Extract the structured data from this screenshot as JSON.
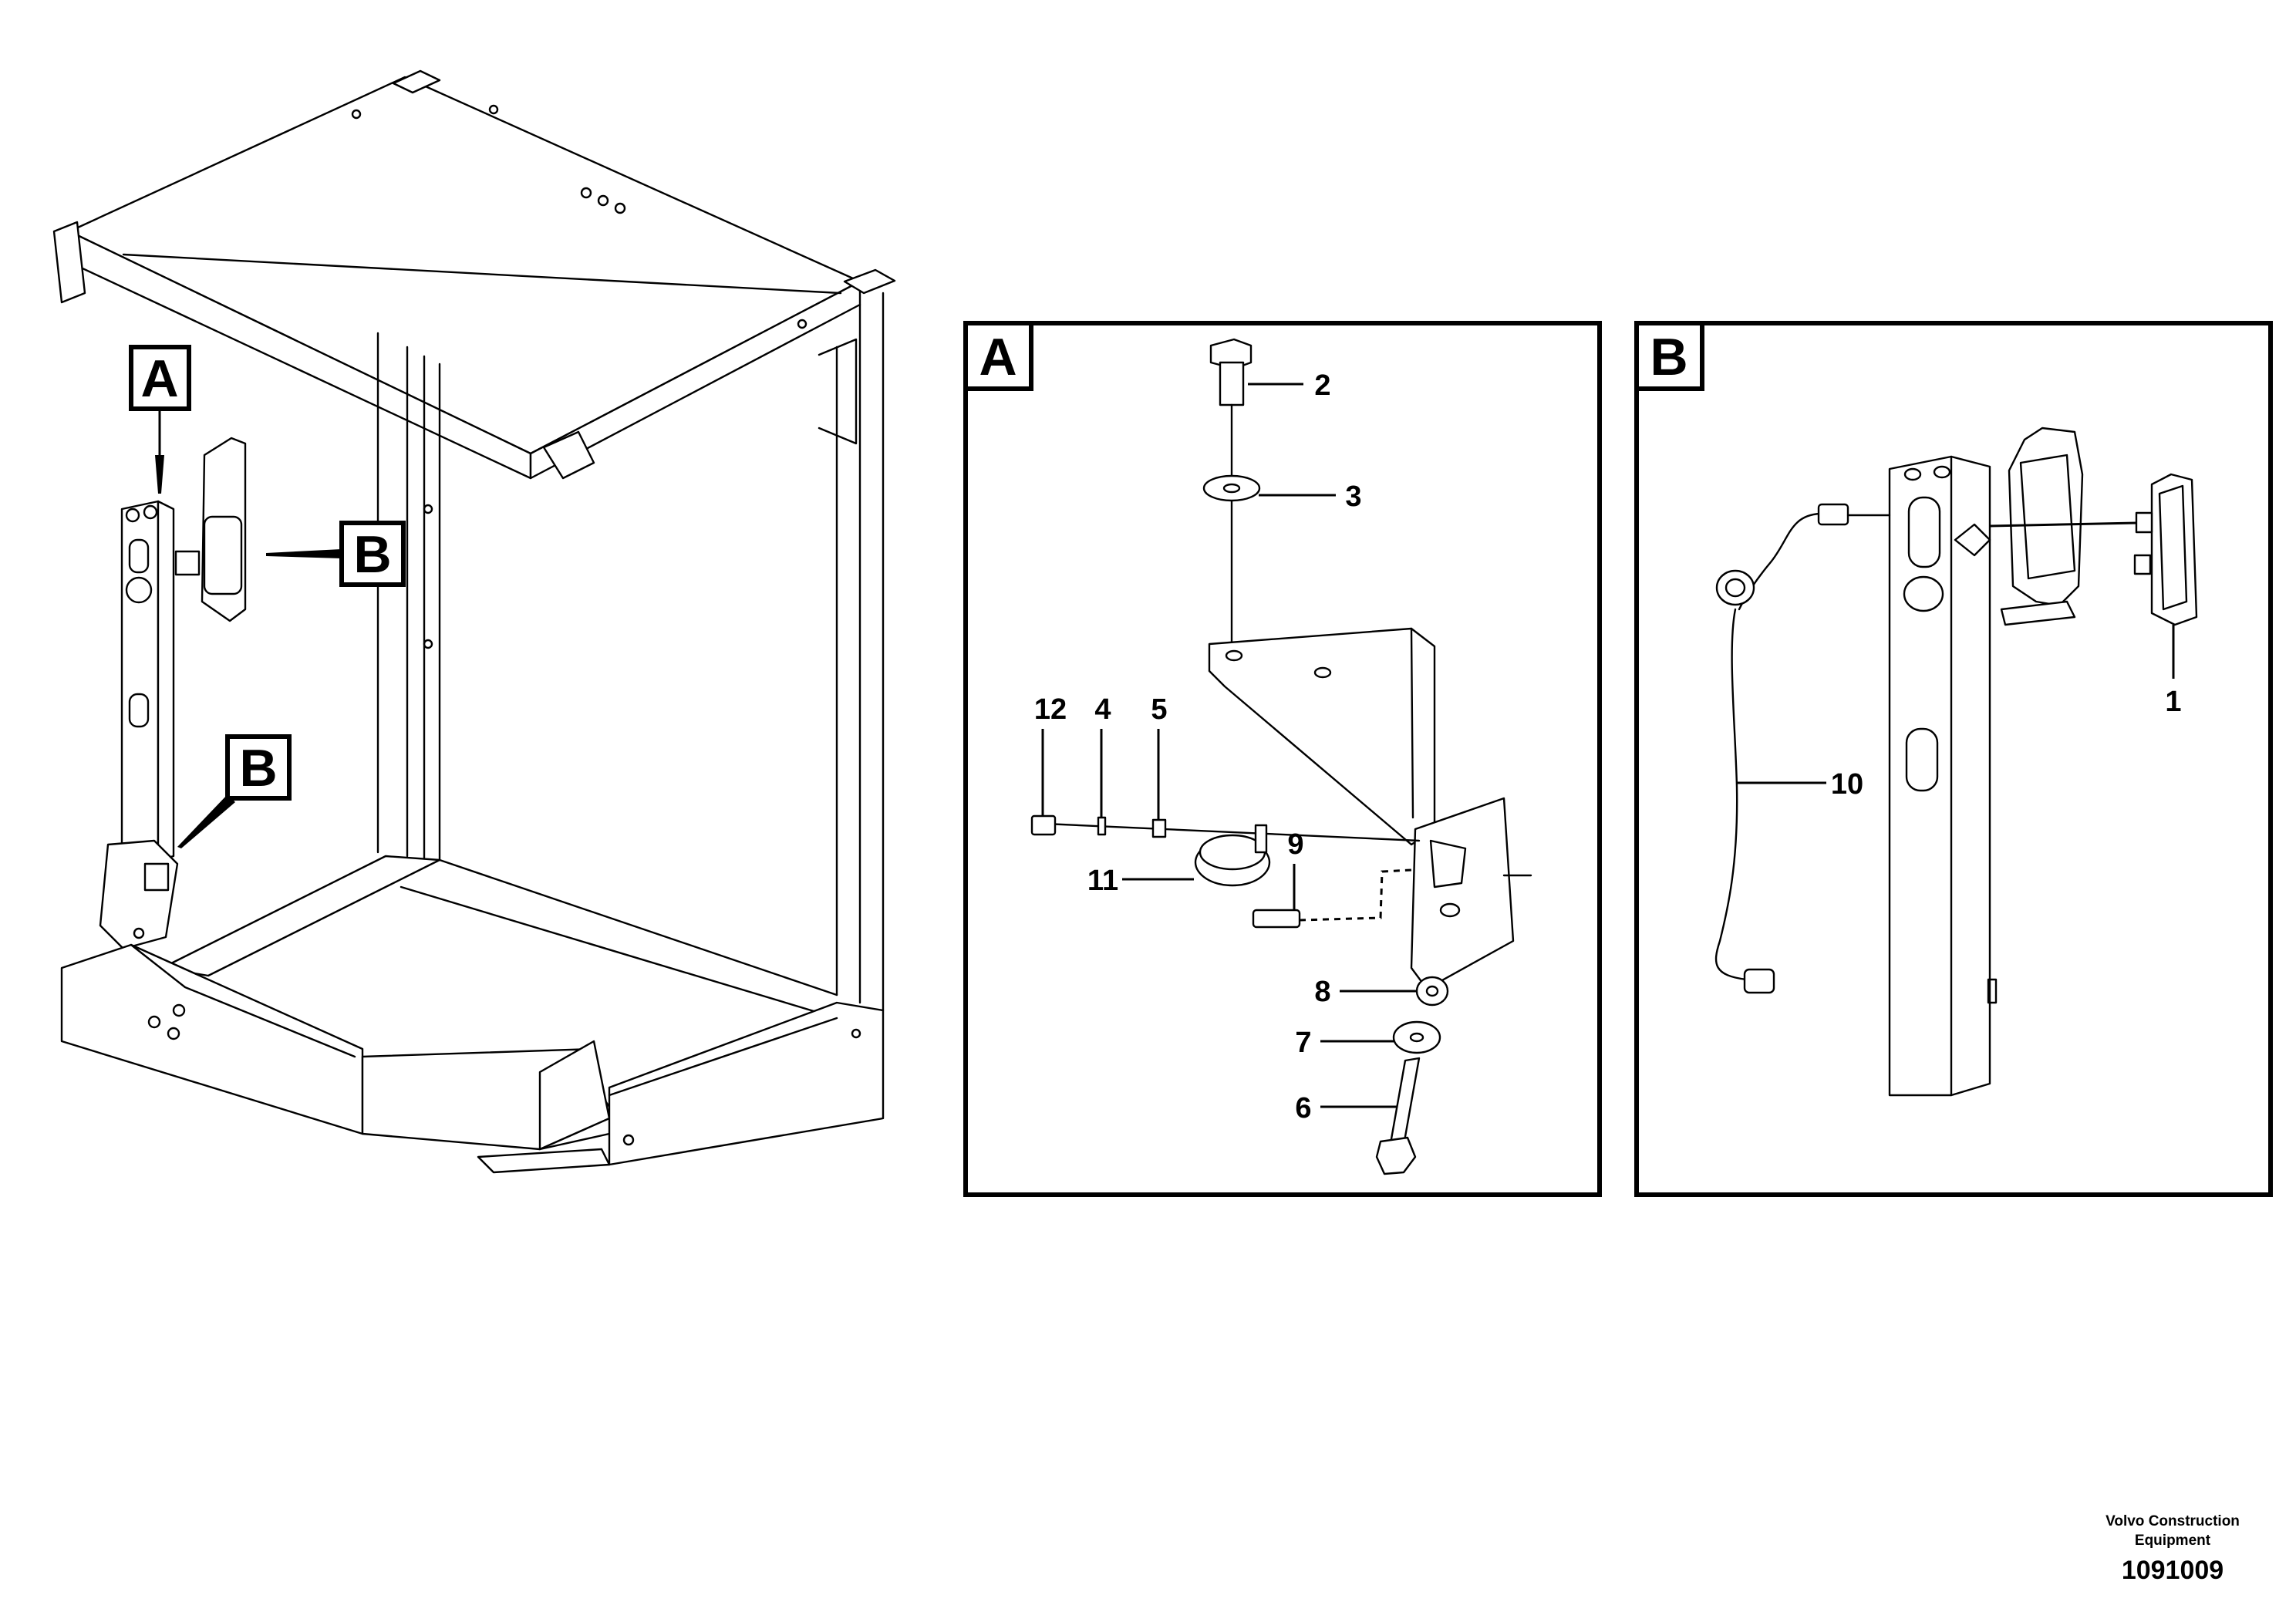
{
  "callouts": {
    "overview_a": "A",
    "overview_b_upper": "B",
    "overview_b_lower": "B",
    "panel_a": "A",
    "panel_b": "B"
  },
  "part_numbers": {
    "p1": "1",
    "p2": "2",
    "p3": "3",
    "p4": "4",
    "p5": "5",
    "p6": "6",
    "p7": "7",
    "p8": "8",
    "p9": "9",
    "p10": "10",
    "p11": "11",
    "p12": "12"
  },
  "footer": {
    "company_line1": "Volvo Construction",
    "company_line2": "Equipment",
    "drawing_number": "1091009"
  }
}
